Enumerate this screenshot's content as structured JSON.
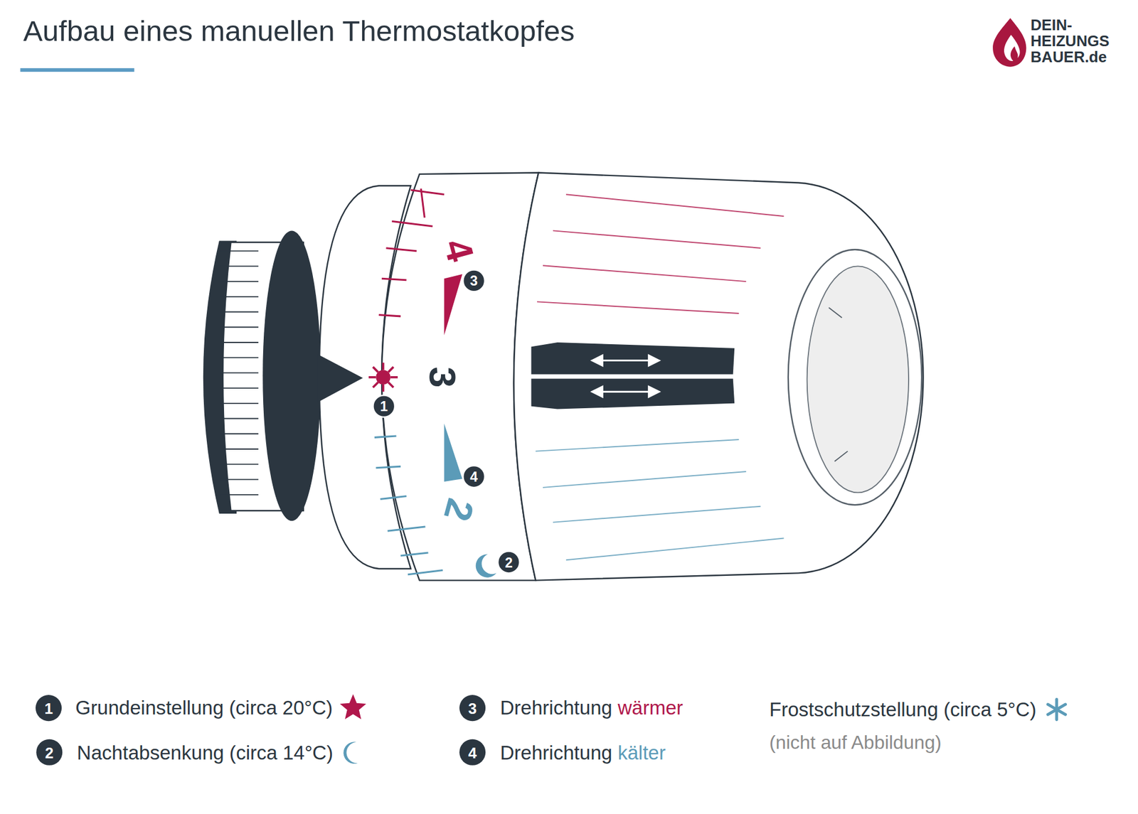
{
  "diagram": {
    "title": "Aufbau eines manuellen Thermostatkopfes",
    "nodes": [
      {
        "text": [
          "1"
        ]
      },
      {
        "text": [
          "2"
        ]
      },
      {
        "text": [
          "3"
        ]
      },
      {
        "text": [
          "4"
        ]
      },
      {
        "text": [
          "1"
        ]
      },
      {
        "text": [
          "2"
        ]
      },
      {
        "text": [
          "3"
        ]
      },
      {
        "text": [
          "4"
        ]
      }
    ],
    "labels": [
      "DEIN-",
      "HEIZUNGS",
      "BAUER.de",
      "4",
      "3",
      "2",
      "(nicht auf Abbildung)"
    ],
    "legend": [
      {
        "text": "Grundeinstellung (circa 20°C)"
      },
      {
        "text": "Nachtabsenkung (circa 14°C)"
      },
      {
        "text": "Drehrichtung wärmer"
      },
      {
        "text": "Drehrichtung kälter"
      },
      {
        "text": "Frostschutzstellung (circa 5°C)"
      }
    ]
  }
}
